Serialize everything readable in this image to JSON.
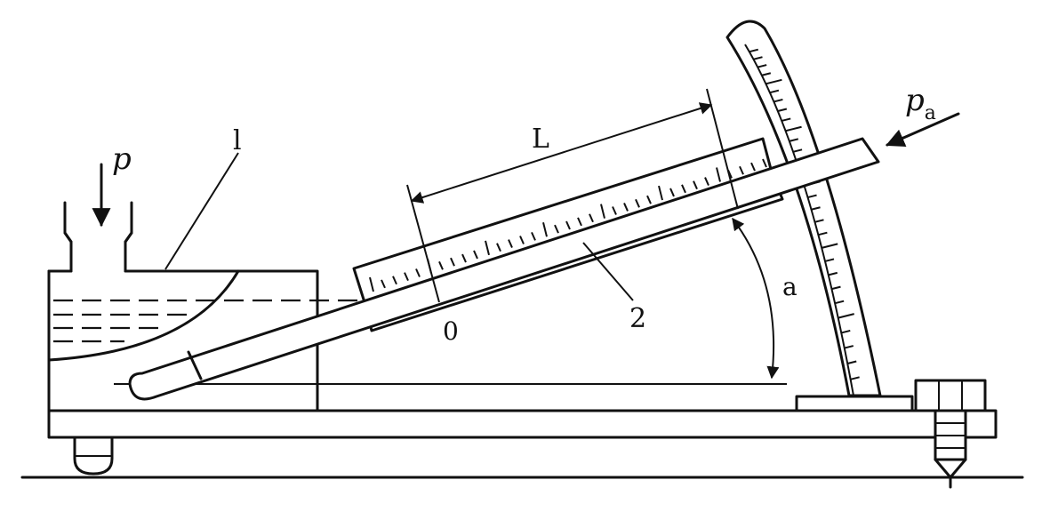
{
  "labels": {
    "pressure": "p",
    "atmospheric_main": "p",
    "atmospheric_sub": "a",
    "length": "L",
    "part_one": "l",
    "part_two": "2",
    "zero": "0",
    "angle": "a"
  }
}
